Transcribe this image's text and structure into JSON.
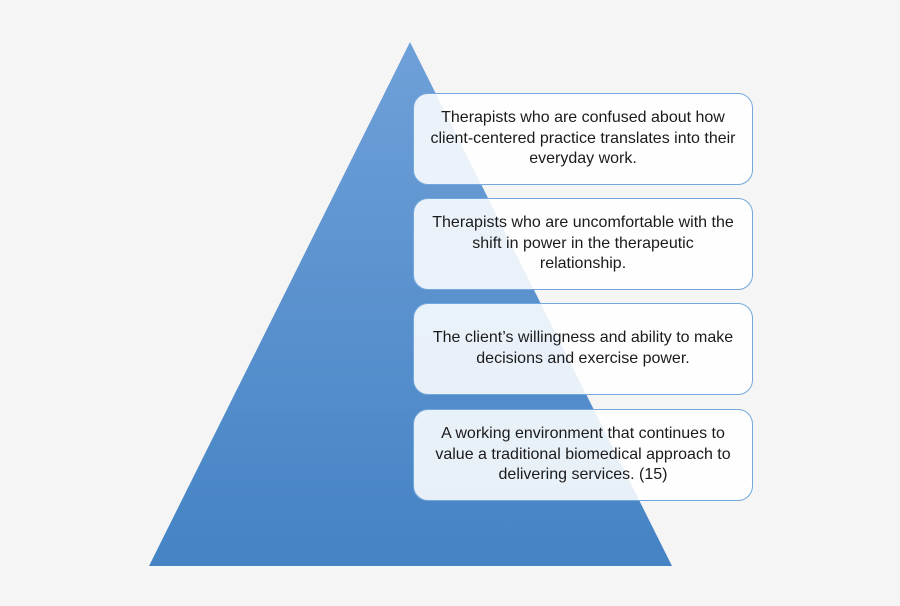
{
  "diagram": {
    "type": "pyramid-with-callouts",
    "background_color": "#f5f5f6",
    "pyramid": {
      "gradient_top": "#6fa0d8",
      "gradient_bottom": "#4583c4"
    },
    "callout_style": {
      "border_color": "#74a7dd",
      "fill_color": "rgba(255,255,255,0.87)",
      "text_color": "#1b1b1b"
    }
  },
  "levels": [
    {
      "text": "Therapists who are confused about how client-centered practice translates into their everyday work."
    },
    {
      "text": "Therapists who are uncomfortable with the shift in power in the therapeutic relationship."
    },
    {
      "text": "The client’s willingness and ability to make decisions and exercise power."
    },
    {
      "text": "A working environment that continues to value a traditional biomedical approach to delivering services. (15)"
    }
  ]
}
